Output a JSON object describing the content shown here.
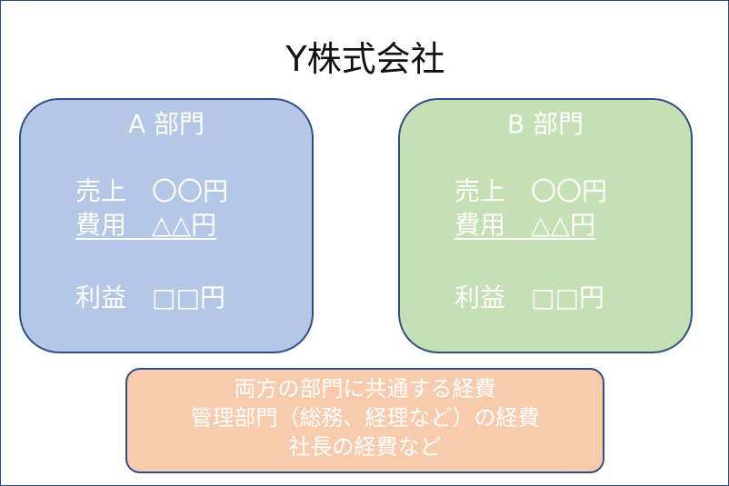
{
  "company": {
    "name": "Y株式会社"
  },
  "departments": [
    {
      "name": "A 部門",
      "sales": "売上　〇〇円",
      "costs": "費用　△△円",
      "profit": "利益　□□円",
      "color": "#b4c7e7"
    },
    {
      "name": "B 部門",
      "sales": "売上　〇〇円",
      "costs": "費用　△△円",
      "profit": "利益　□□円",
      "color": "#c5e0b4"
    }
  ],
  "common_costs": {
    "lines": [
      "両方の部門に共通する経費",
      "管理部門（総務、経理など）の経費",
      "社長の経費など"
    ],
    "color": "#f8cbad"
  },
  "border_color": "#2f4f8a"
}
